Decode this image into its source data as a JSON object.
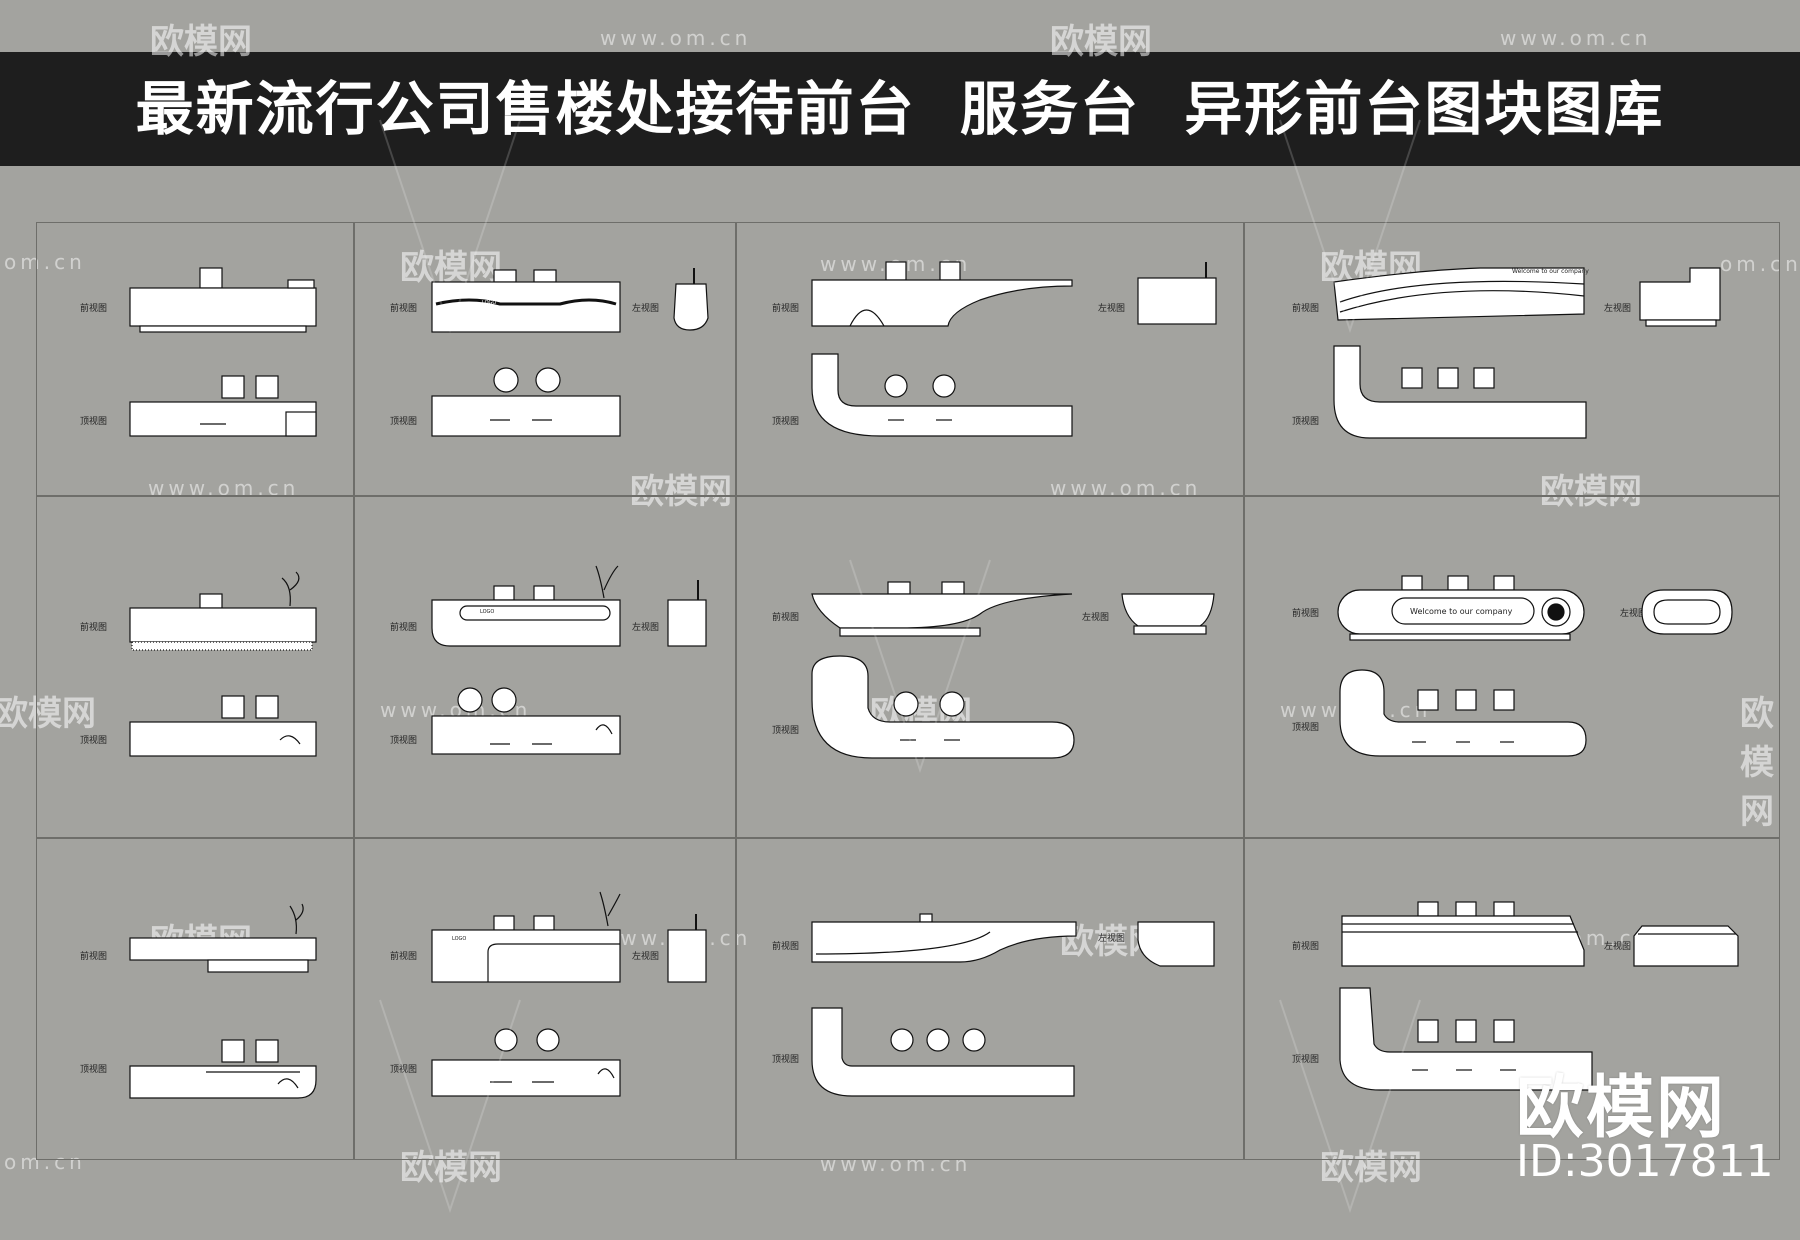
{
  "banner": {
    "title": "最新流行公司售楼处接待前台  服务台  异形前台图块图库"
  },
  "watermarks": {
    "brand": "欧模网",
    "url": "www.om.cn",
    "url_short": "om.cn",
    "brand_partial": "欧模网"
  },
  "view_labels": {
    "front": "前视图",
    "left": "左视图",
    "top": "顶视图"
  },
  "desk_texts": {
    "welcome_small": "Welcome to our company",
    "welcome": "Welcome to our company",
    "logo": "LOGO"
  },
  "footer_logo": {
    "brand": "欧模网",
    "id": "ID:3017811"
  },
  "colors": {
    "background": "#a3a39f",
    "banner": "#1e1e1e",
    "line": "#111111",
    "fill": "#ffffff"
  }
}
